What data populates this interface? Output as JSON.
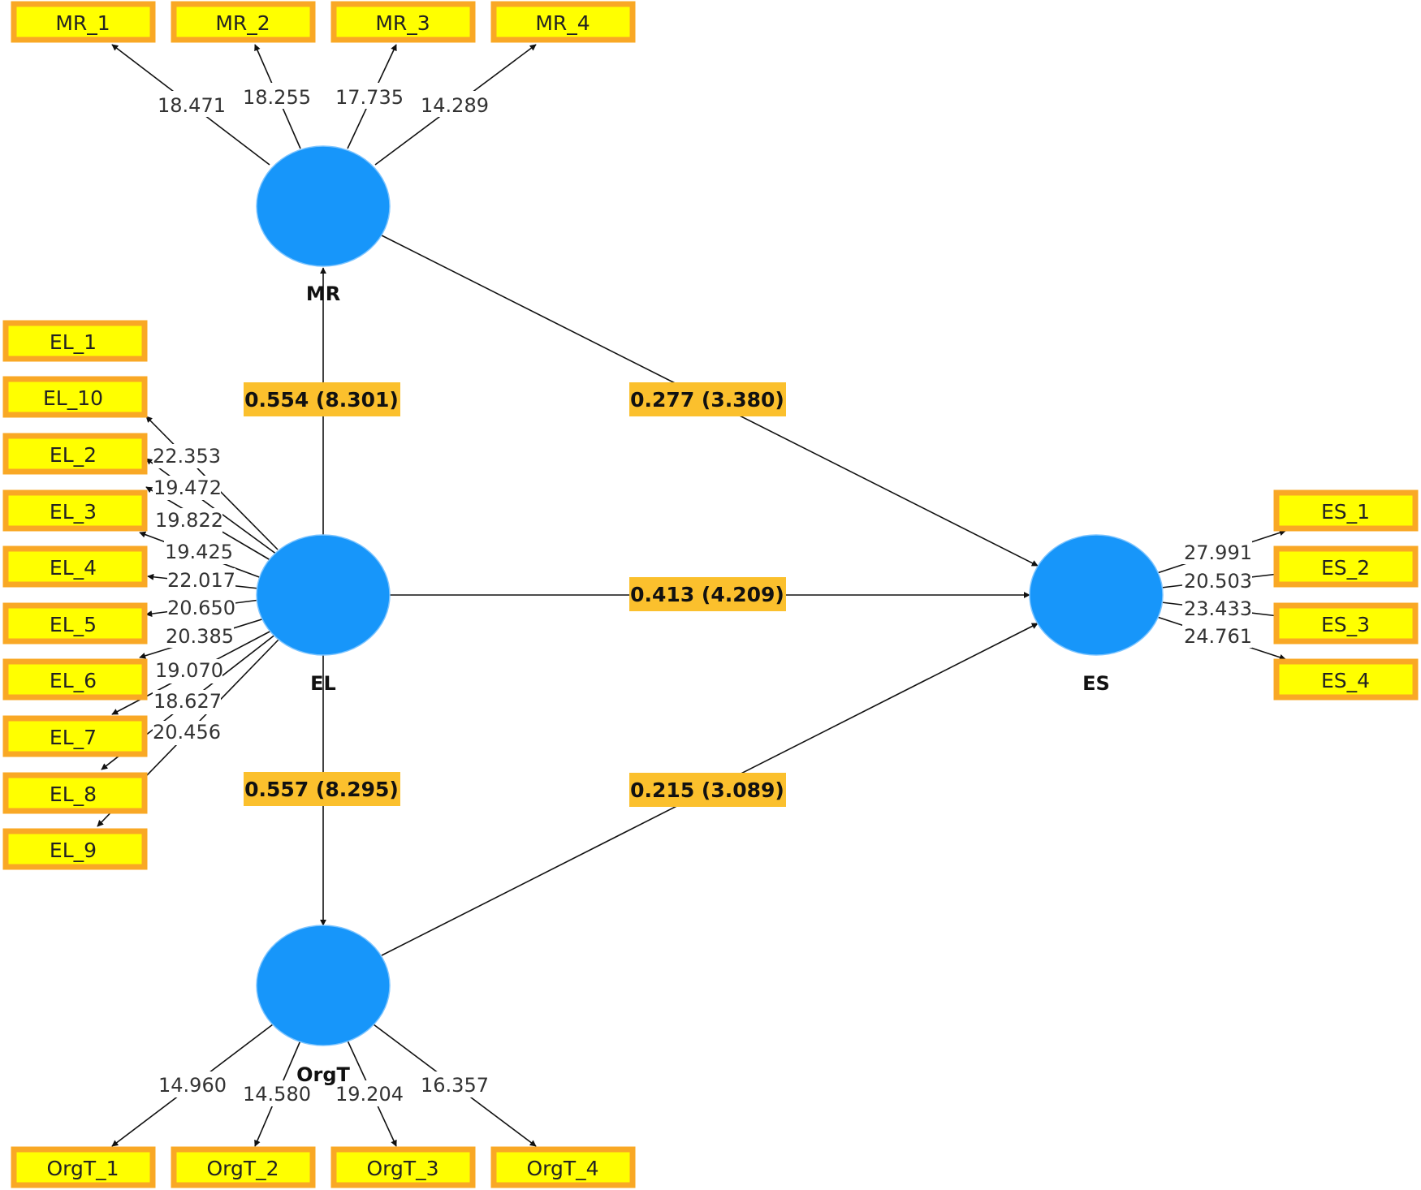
{
  "accent_colors": {
    "latent_fill": "#1796fa",
    "indicator_fill": "#ffff00",
    "indicator_border": "#f9a825",
    "path_label_fill": "#fbc02d"
  },
  "constructs": {
    "MR": "MR",
    "EL": "EL",
    "ES": "ES",
    "OrgT": "OrgT"
  },
  "indicators": {
    "MR": [
      {
        "name": "MR_1",
        "loading": "18.471"
      },
      {
        "name": "MR_2",
        "loading": "18.255"
      },
      {
        "name": "MR_3",
        "loading": "17.735"
      },
      {
        "name": "MR_4",
        "loading": "14.289"
      }
    ],
    "EL": [
      {
        "name": "EL_1",
        "loading": "22.353"
      },
      {
        "name": "EL_10",
        "loading": "19.472"
      },
      {
        "name": "EL_2",
        "loading": "19.822"
      },
      {
        "name": "EL_3",
        "loading": "19.425"
      },
      {
        "name": "EL_4",
        "loading": "22.017"
      },
      {
        "name": "EL_5",
        "loading": "20.650"
      },
      {
        "name": "EL_6",
        "loading": "20.385"
      },
      {
        "name": "EL_7",
        "loading": "19.070"
      },
      {
        "name": "EL_8",
        "loading": "18.627"
      },
      {
        "name": "EL_9",
        "loading": "20.456"
      }
    ],
    "ES": [
      {
        "name": "ES_1",
        "loading": "27.991"
      },
      {
        "name": "ES_2",
        "loading": "20.503"
      },
      {
        "name": "ES_3",
        "loading": "23.433"
      },
      {
        "name": "ES_4",
        "loading": "24.761"
      }
    ],
    "OrgT": [
      {
        "name": "OrgT_1",
        "loading": "14.960"
      },
      {
        "name": "OrgT_2",
        "loading": "14.580"
      },
      {
        "name": "OrgT_3",
        "loading": "19.204"
      },
      {
        "name": "OrgT_4",
        "loading": "16.357"
      }
    ]
  },
  "paths": {
    "EL_MR": "0.554 (8.301)",
    "MR_ES": "0.277 (3.380)",
    "EL_ES": "0.413 (4.209)",
    "EL_OrgT": "0.557 (8.295)",
    "OrgT_ES": "0.215 (3.089)"
  }
}
